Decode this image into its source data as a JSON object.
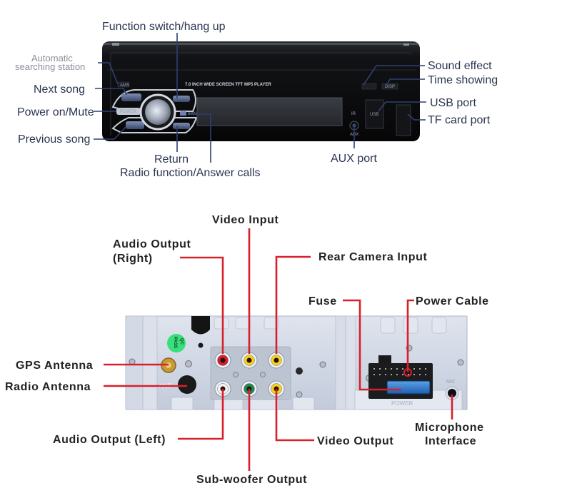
{
  "front_panel": {
    "model_text": "7.0 INCH WIDE SCREEN TFT  MP5  PLAYER",
    "button_labels": {
      "ams": "AMS",
      "power": "POWER",
      "band": "BAND",
      "usb": "USB",
      "aux": "AUX",
      "disp": "DISP",
      "ir": "IR"
    },
    "callouts": {
      "function_switch": "Function switch/hang up",
      "auto_search_line1": "Automatic",
      "auto_search_line2": "searching station",
      "next_song": "Next song",
      "power_mute": "Power on/Mute",
      "previous_song": "Previous song",
      "return": "Return",
      "radio_function": "Radio function/Answer calls",
      "sound_effect": "Sound effect",
      "time_showing": "Time showing",
      "usb_port": "USB port",
      "tf_card_port": "TF card port",
      "aux_port": "AUX port"
    },
    "colors": {
      "body": "#101114",
      "lead": "#2f3f72",
      "label": "#2a3550"
    }
  },
  "rear_panel": {
    "sticker": {
      "line1": "QC",
      "line2": "PASS"
    },
    "port_marks": {
      "ant": "ANT",
      "mic": "MIC",
      "power": "POWER"
    },
    "rca_jacks": [
      {
        "name": "audio-right",
        "color": "#d61f26"
      },
      {
        "name": "video-in",
        "color": "#f2d21c"
      },
      {
        "name": "camera-in",
        "color": "#f2d21c"
      },
      {
        "name": "audio-left",
        "color": "#f4f4f4"
      },
      {
        "name": "subwoofer",
        "color": "#1f8a4c"
      },
      {
        "name": "video-out",
        "color": "#f2d21c"
      }
    ],
    "callouts": {
      "video_input": "Video Input",
      "audio_output_right_line1": "Audio Output",
      "audio_output_right_line2": "(Right)",
      "rear_camera_input": "Rear Camera Input",
      "fuse": "Fuse",
      "power_cable": "Power Cable",
      "gps_antenna": "GPS Antenna",
      "radio_antenna": "Radio Antenna",
      "audio_output_left": "Audio Output (Left)",
      "video_output": "Video Output",
      "microphone_line1": "Microphone",
      "microphone_line2": "Interface",
      "subwoofer_output": "Sub-woofer Output"
    },
    "colors": {
      "chassis": "#cdd4e2",
      "lead": "#d8202a",
      "label": "#222222"
    }
  }
}
